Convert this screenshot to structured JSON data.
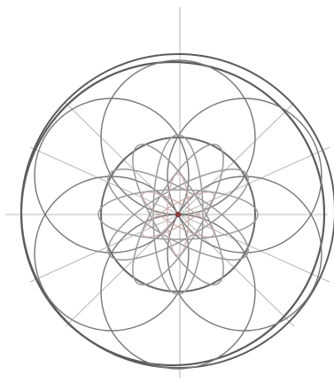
{
  "figure": {
    "colors": {
      "background": "#ffffff",
      "guide_line": "#b8b8b8",
      "circle_stroke": "#5b5b5b",
      "ellipse_stroke": "#9a9a9a",
      "inner_ellipse_accent": "#c7a7a7",
      "center_dot": "#8b3b3b"
    },
    "structure": {
      "outer_rings": 2,
      "inner_ring": 1,
      "petal_circles": 6,
      "petal_ellipses": 6,
      "guide_lines": 6
    }
  }
}
